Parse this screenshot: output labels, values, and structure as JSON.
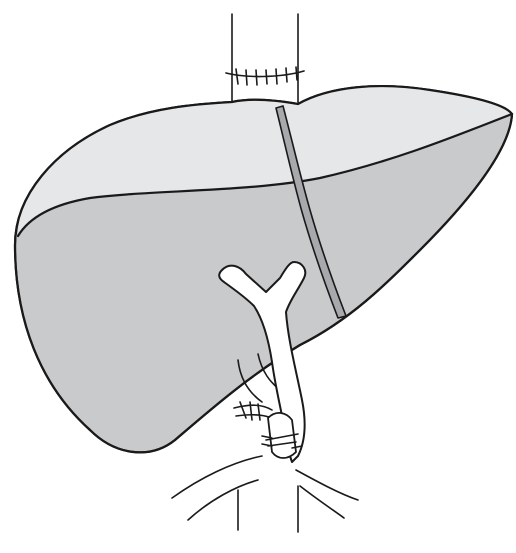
{
  "figure": {
    "colors": {
      "background": "#ffffff",
      "liver_upper_surface": "#e6e7e9",
      "liver_lower_surface": "#c9cacc",
      "graft_band": "#a7a9ac",
      "vessels": "#ffffff",
      "outline": "#1a1a1a"
    },
    "parts": [
      "inferior-vena-cava",
      "caval-anastomosis",
      "liver-graft",
      "portal-vein",
      "hepatic-artery",
      "bile-duct-anastomosis"
    ]
  }
}
